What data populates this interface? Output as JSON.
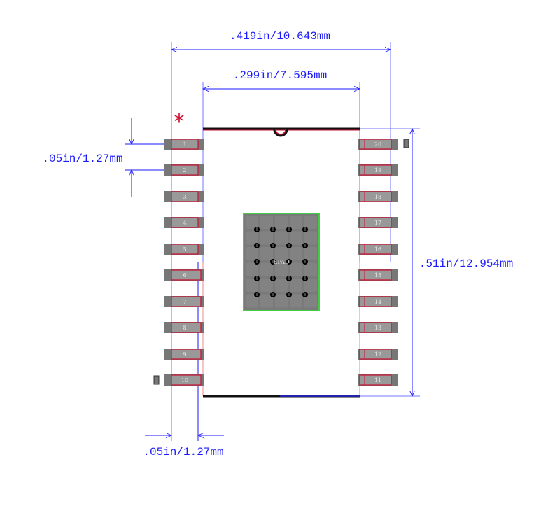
{
  "dimensions": {
    "overall_width": ".419in/10.643mm",
    "body_width": ".299in/7.595mm",
    "pitch_left": ".05in/1.27mm",
    "body_length": ".51in/12.954mm",
    "pad_width": ".05in/1.27mm"
  },
  "pin1_marker": "*",
  "epad_label": "EPAD",
  "left_pins": [
    "1",
    "2",
    "3",
    "4",
    "5",
    "6",
    "7",
    "8",
    "9",
    "10"
  ],
  "right_pins": [
    "20",
    "19",
    "18",
    "17",
    "16",
    "15",
    "14",
    "13",
    "12",
    "11"
  ],
  "colors": {
    "dimension": "#1a1aff",
    "pad": "#7a7a7a",
    "pad_outline": "#cc1133",
    "epad_outline": "#44cc44"
  }
}
